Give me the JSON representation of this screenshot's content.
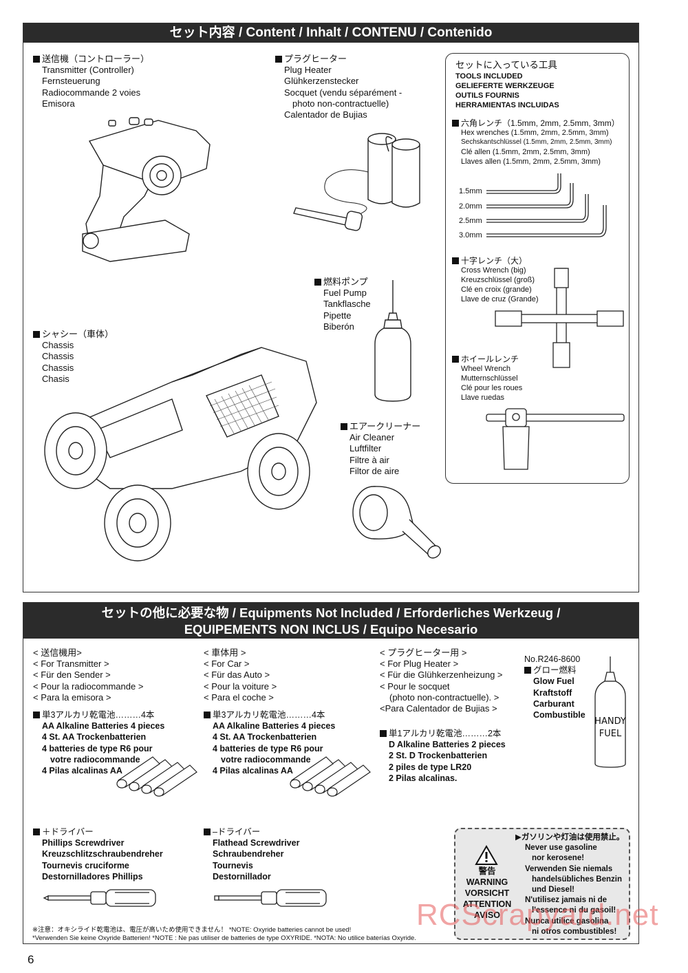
{
  "content_section": {
    "banner": "セット内容 / Content / Inhalt  / CONTENU / Contenido",
    "transmitter": {
      "head": "送信機（コントローラー）",
      "lines": [
        "Transmitter (Controller)",
        "Fernsteuerung",
        "Radiocommande 2 voies",
        "Emisora"
      ]
    },
    "plug_heater": {
      "head": "プラグヒーター",
      "lines": [
        "Plug Heater",
        "Glühkerzenstecker",
        "Socquet (vendu séparément -",
        "photo non-contractuelle)",
        "Calentador de Bujias"
      ]
    },
    "fuel_pump": {
      "head": "燃料ポンプ",
      "lines": [
        "Fuel Pump",
        "Tankflasche",
        "Pipette",
        "Biberón"
      ]
    },
    "chassis": {
      "head": "シャシー（車体）",
      "lines": [
        "Chassis",
        "Chassis",
        "Chassis",
        "Chasis"
      ]
    },
    "air_cleaner": {
      "head": "エアークリーナー",
      "lines": [
        "Air Cleaner",
        "Luftfilter",
        "Filtre à air",
        "Filtor de aire"
      ]
    },
    "tools": {
      "title_jp": "セットに入っている工具",
      "titles": [
        "TOOLS INCLUDED",
        "GELIEFERTE WERKZEUGE",
        "OUTILS FOURNIS",
        "HERRAMIENTAS INCLUIDAS"
      ],
      "hex_head": "六角レンチ（1.5mm, 2mm, 2.5mm, 3mm）",
      "hex_lines": [
        "Hex wrenches (1.5mm, 2mm, 2.5mm, 3mm)",
        "Sechskantschlüssel (1.5mm, 2mm, 2.5mm, 3mm)",
        "Clé allen (1.5mm, 2mm, 2.5mm, 3mm)",
        "Llaves allen (1.5mm, 2mm, 2.5mm, 3mm)"
      ],
      "hex_sizes": [
        "1.5mm",
        "2.0mm",
        "2.5mm",
        "3.0mm"
      ],
      "cross_head": "十字レンチ（大）",
      "cross_lines": [
        "Cross Wrench (big)",
        "Kreuzschlüssel (groß)",
        "Clé en croix (grande)",
        "Llave de cruz (Grande)"
      ],
      "wheel_head": "ホイールレンチ",
      "wheel_lines": [
        "Wheel Wrench",
        "Mutternschlüssel",
        "Clé pour les roues",
        "Llave ruedas"
      ]
    }
  },
  "equip_section": {
    "banner_1": "セットの他に必要な物 / Equipments Not Included / Erforderliches Werkzeug /",
    "banner_2": "EQUIPEMENTS NON INCLUS / Equipo Necesario",
    "transmitter_for": [
      "< 送信機用>",
      "< For Transmitter >",
      "< Für den Sender >",
      "< Pour la radiocommande >",
      "< Para la emisora >"
    ],
    "car_for": [
      "< 車体用 >",
      "< For Car >",
      "< Für das Auto  >",
      "< Pour la voiture  >",
      "< Para el coche  >"
    ],
    "plug_for": [
      "< プラグヒーター用 >",
      "< For Plug Heater >",
      "< Für die Glühkerzenheizung >",
      "< Pour le socquet",
      "(photo non-contractuelle). >",
      "<Para Calentador de Bujias >"
    ],
    "aa_tx": {
      "head": "単3アルカリ乾電池………4本",
      "lines": [
        "AA Alkaline Batteries   4 pieces",
        "4 St. AA Trockenbatterien",
        "4 batteries de type R6 pour",
        "votre radiocommande",
        "4 Pilas alcalinas AA"
      ]
    },
    "aa_car": {
      "head": "単3アルカリ乾電池………4本",
      "lines": [
        "AA Alkaline Batteries   4 pieces",
        "4 St. AA Trockenbatterien",
        "4 batteries de type R6 pour",
        "votre radiocommande",
        "4 Pilas alcalinas AA"
      ]
    },
    "d_batt": {
      "head": "単1アルカリ乾電池………2本",
      "lines": [
        "D Alkaline Batteries   2 pieces",
        "2 St. D Trockenbatterien",
        "2 piles de type LR20",
        "2 Pilas alcalinas."
      ]
    },
    "glow": {
      "code": "No.R246-8600",
      "head": "グロー燃料",
      "lines": [
        "Glow Fuel",
        "Kraftstoff",
        "Carburant",
        "Combustible"
      ],
      "bottle_label_1": "HANDY",
      "bottle_label_2": "FUEL"
    },
    "phillips": {
      "head": "＋ドライバー",
      "lines": [
        "Phillips Screwdriver",
        "Kreuzschlitzschraubendreher",
        "Tournevis cruciforme",
        "Destornilladores Phillips"
      ]
    },
    "flathead": {
      "head": "–ドライバー",
      "lines": [
        "Flathead Screwdriver",
        "Schraubendreher",
        "Tournevis",
        "Destornillador"
      ]
    },
    "warning": {
      "jp": "警告",
      "words": [
        "WARNING",
        "VORSICHT",
        "ATTENTION",
        "AVISO"
      ],
      "head": "ガソリンや灯油は使用禁止。",
      "lines": [
        "Never use gasoline",
        "nor kerosene!",
        "Verwenden Sie niemals",
        "handelsübliches Benzin",
        "und Diesel!",
        "N'utilisez jamais ni de",
        "l'essence ni du gasoil!",
        "Nunca utilice gasolina",
        "ni otros combustibles!"
      ]
    },
    "notes": [
      "※注意：オキシライド乾電池は、電圧が高いため使用できません！  *NOTE: Oxyride batteries cannot be used!",
      "*Verwenden Sie keine Oxyride Batterien!   *NOTE : Ne pas utiliser de batteries de type OXYRIDE.   *NOTA: No utilice baterías Oxyride."
    ]
  },
  "page_number": "6",
  "watermark": "RCScrapyard.net"
}
